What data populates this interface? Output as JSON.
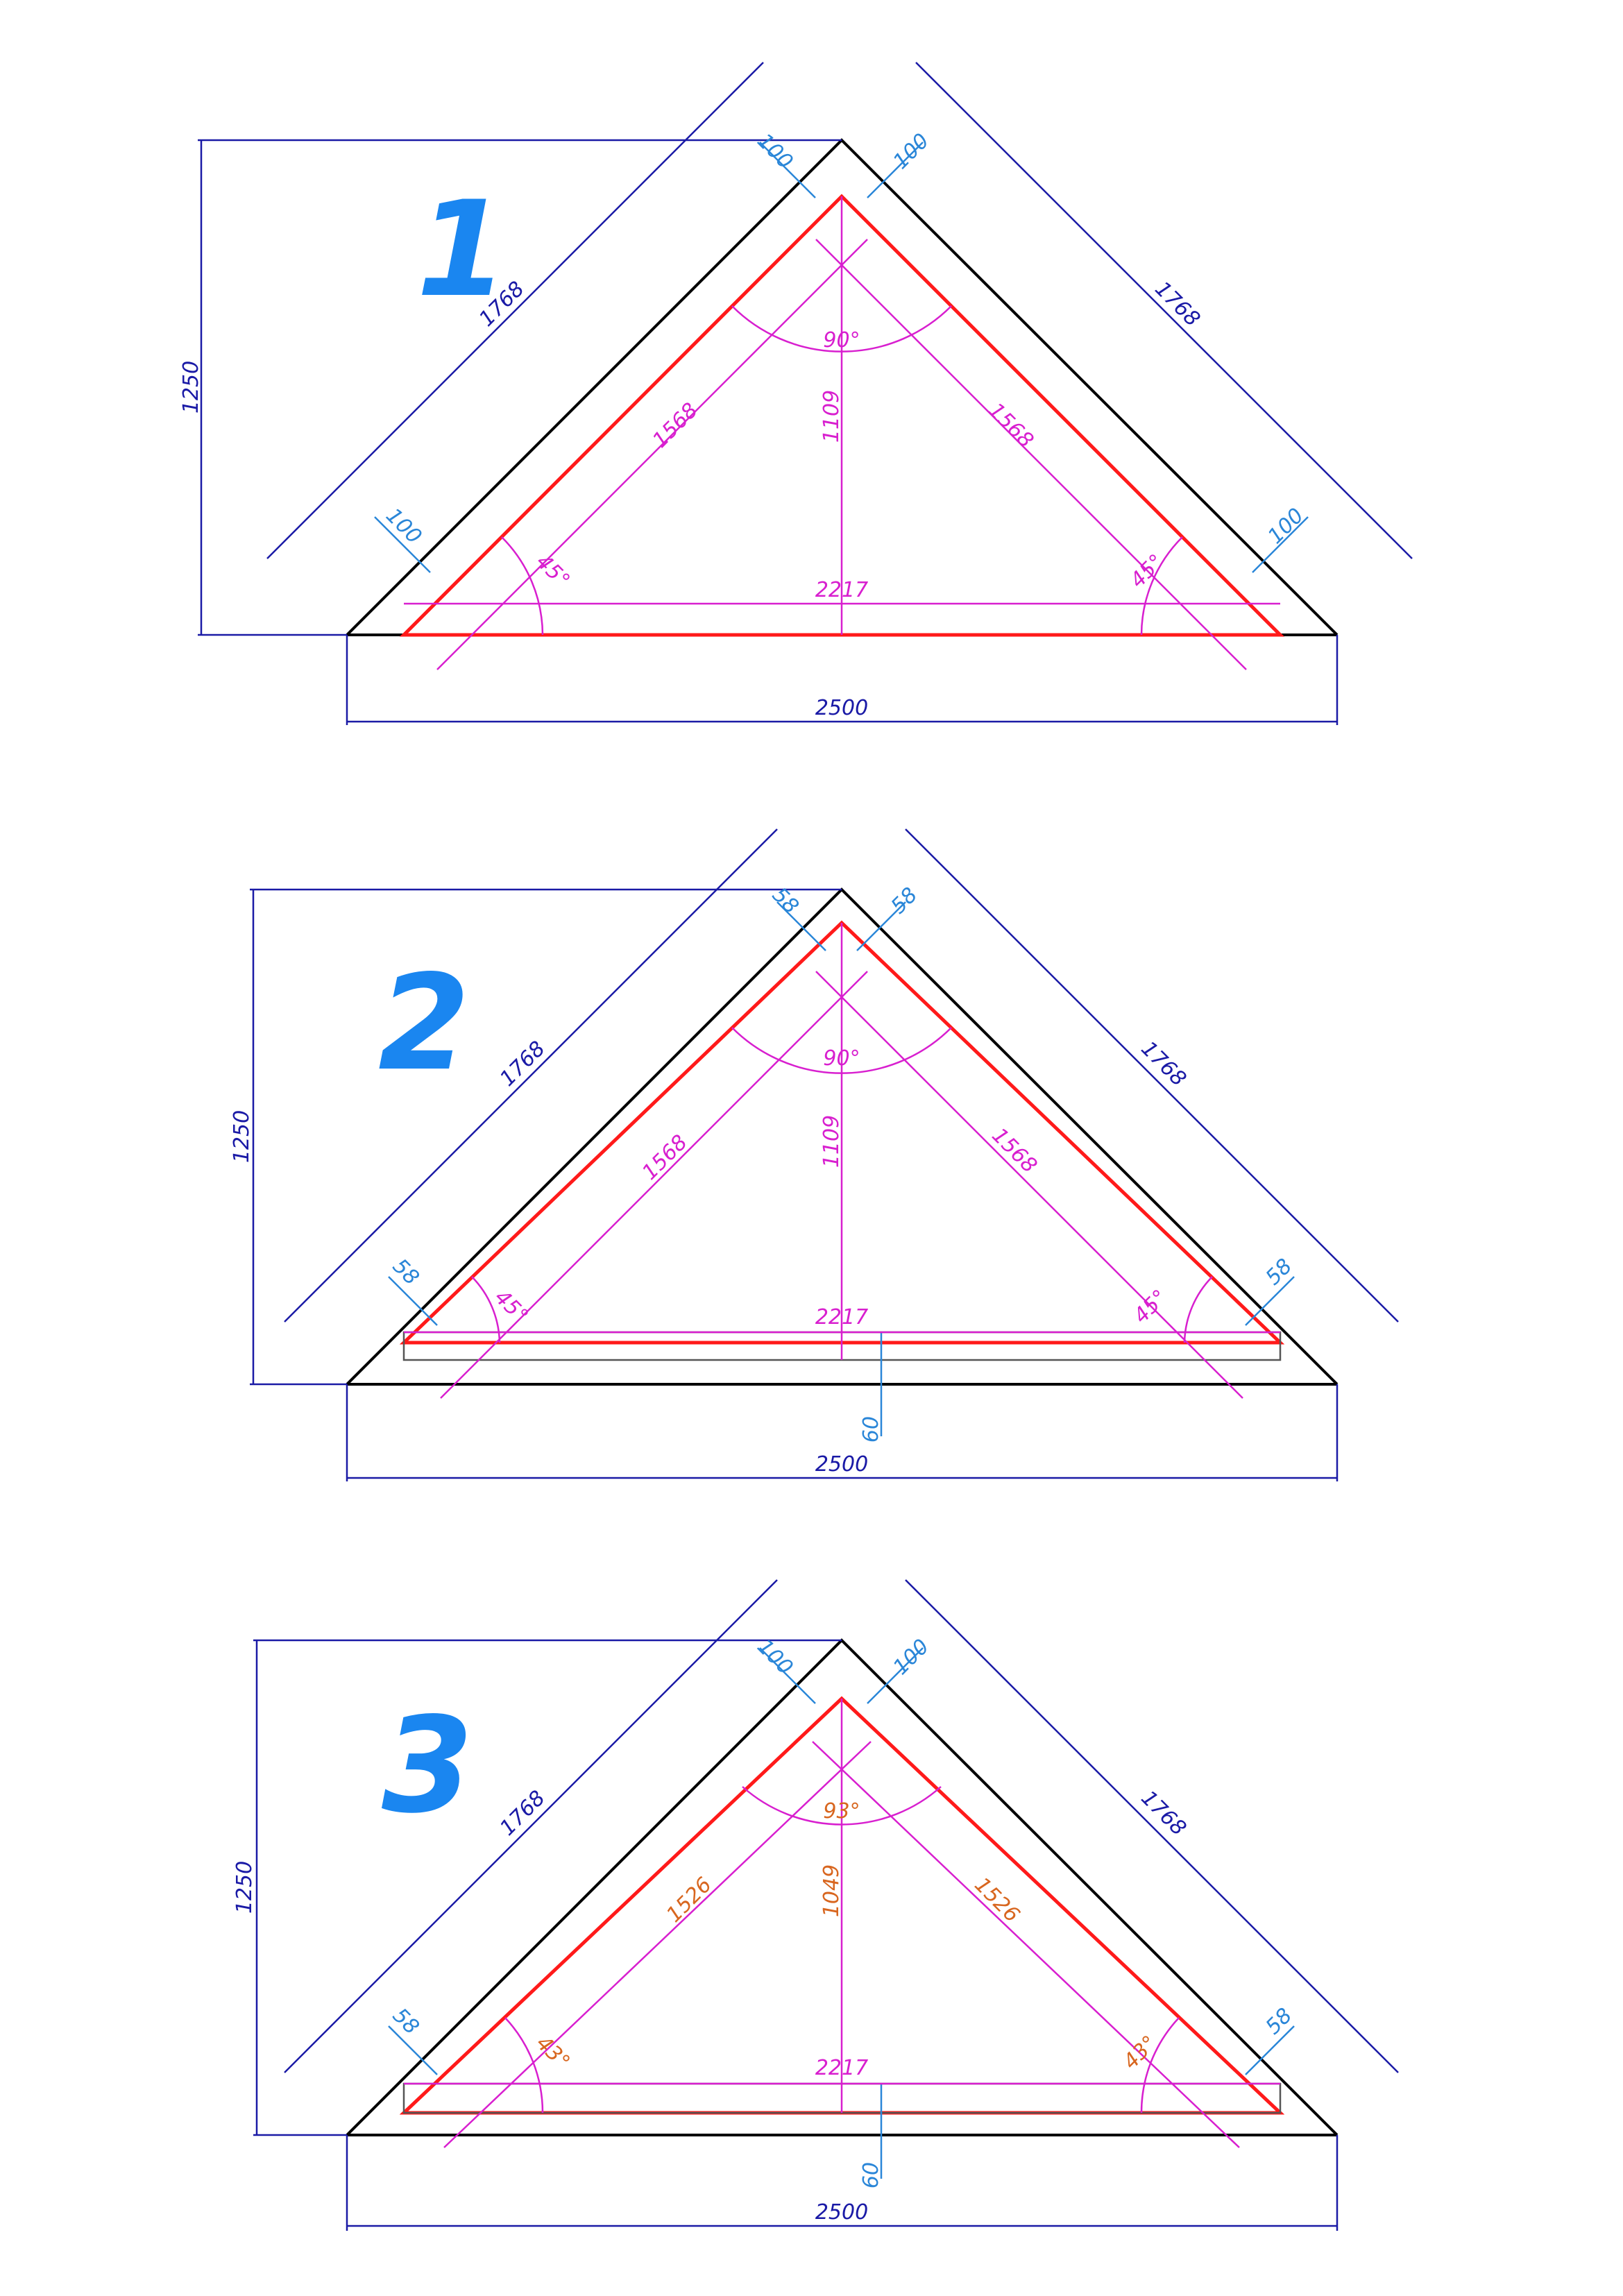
{
  "diagrams": [
    {
      "number": "1",
      "overall_width": "2500",
      "overall_height": "1250",
      "outer_left_side": "1768",
      "outer_right_side": "1768",
      "offset_top_left": "100",
      "offset_top_right": "100",
      "offset_bottom_left": "100",
      "offset_bottom_right": "100",
      "inner_left_side": "1568",
      "inner_right_side": "1568",
      "inner_height": "1109",
      "inner_base": "2217",
      "apex_angle": "90°",
      "left_angle": "45°",
      "right_angle": "45°",
      "bottom_offset": ""
    },
    {
      "number": "2",
      "overall_width": "2500",
      "overall_height": "1250",
      "outer_left_side": "1768",
      "outer_right_side": "1768",
      "offset_top_left": "58",
      "offset_top_right": "58",
      "offset_bottom_left": "58",
      "offset_bottom_right": "58",
      "inner_left_side": "1568",
      "inner_right_side": "1568",
      "inner_height": "1109",
      "inner_base": "2217",
      "apex_angle": "90°",
      "left_angle": "45°",
      "right_angle": "45°",
      "bottom_offset": "60"
    },
    {
      "number": "3",
      "overall_width": "2500",
      "overall_height": "1250",
      "outer_left_side": "1768",
      "outer_right_side": "1768",
      "offset_top_left": "100",
      "offset_top_right": "100",
      "offset_bottom_left": "58",
      "offset_bottom_right": "58",
      "inner_left_side": "1526",
      "inner_right_side": "1526",
      "inner_height": "1049",
      "inner_base": "2217",
      "apex_angle": "93°",
      "left_angle": "43°",
      "right_angle": "43°",
      "bottom_offset": "60"
    }
  ],
  "colors": {
    "outline": "#000000",
    "inner_triangle": "#ff1a1a",
    "overall_dimensions": "#1a1aa6",
    "offset_dimensions": "#2a86d8",
    "inner_dimensions": "#d81fcf",
    "modified_dimensions": "#d8661f",
    "figure_numbers": "#1a86f0"
  }
}
